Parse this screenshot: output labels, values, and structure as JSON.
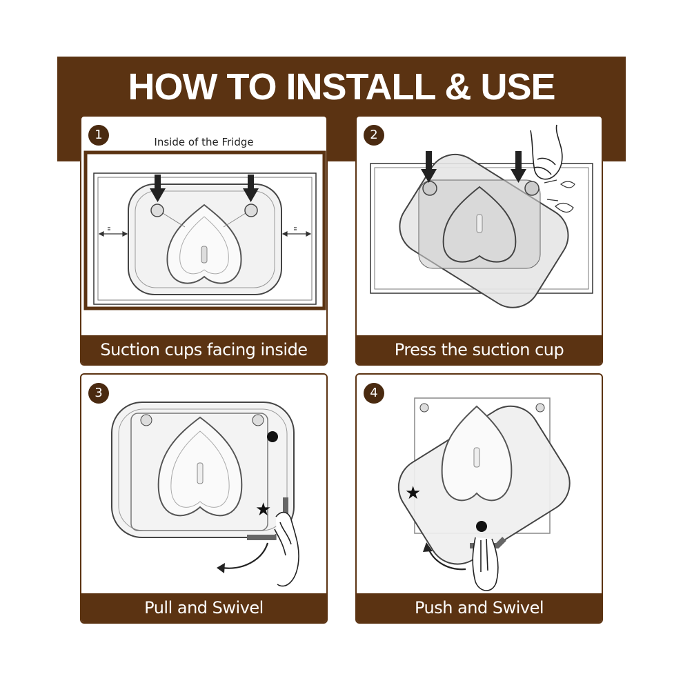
{
  "header": {
    "title": "HOW TO INSTALL & USE"
  },
  "steps": [
    {
      "number": "1",
      "subtitle": "Inside of the Fridge",
      "caption": "Suction cups facing inside",
      "icons": [
        "fridge-frame",
        "suction-cup",
        "down-arrow",
        "heart-tray",
        "double-arrow"
      ]
    },
    {
      "number": "2",
      "caption": "Press the suction cup",
      "icons": [
        "fridge-frame",
        "suction-cup",
        "down-arrow",
        "hand",
        "heart-tray"
      ]
    },
    {
      "number": "3",
      "caption": "Pull and Swivel",
      "icons": [
        "heart-tray",
        "star",
        "dot",
        "hand",
        "curved-arrow"
      ]
    },
    {
      "number": "4",
      "caption": "Push and Swivel",
      "icons": [
        "heart-tray",
        "star",
        "dot",
        "hand",
        "curved-arrow"
      ]
    }
  ],
  "colors": {
    "brown": "#5b3312",
    "dark_brown": "#4a2a10",
    "white": "#ffffff"
  }
}
